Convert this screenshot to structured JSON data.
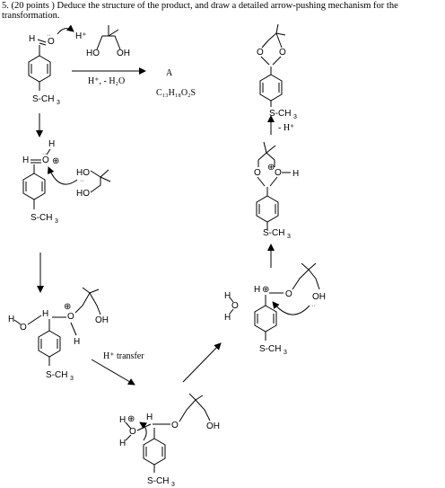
{
  "question": {
    "text": "5. (20 points ) Deduce the structure of the product, and draw a detailed arrow-pushing mechanism for the transformation."
  },
  "atoms": {
    "H": "H",
    "O": "O",
    "HO": "HO",
    "OH": "OH",
    "S_CH3": "S-CH",
    "sub3": "3",
    "plus": "+",
    "oxonium_plus": "⊕",
    "lone_pair": "··"
  },
  "reaction": {
    "reagent_h_plus": "H⁺",
    "conditions": "H⁺, - H₂O",
    "product_label": "A",
    "formula": "C₁₃H₁₈O₂S",
    "h_transfer": "H⁺ transfer",
    "minus_h_plus": "- H⁺"
  }
}
